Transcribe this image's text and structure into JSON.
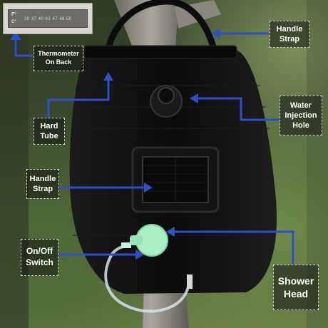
{
  "labels": {
    "thermometer": "Thermometer\nOn Back",
    "handle_strap_top": "Handle\nStrap",
    "water_injection_hole": "Water\nInjection\nHole",
    "hard_tube": "Hard\nTube",
    "handle_strap_middle": "Handle\nStrap",
    "on_off_switch": "On/Off\nSwitch",
    "shower_head": "Shower\nHead"
  },
  "thermometer_inset": {
    "unit": "F°",
    "sub_unit": "C°",
    "scale": "30  37  40  43  47  48  50"
  },
  "colors": {
    "arrow": "#2f4fc8",
    "bag": "#121212",
    "nozzle": "#a9f0c2"
  }
}
